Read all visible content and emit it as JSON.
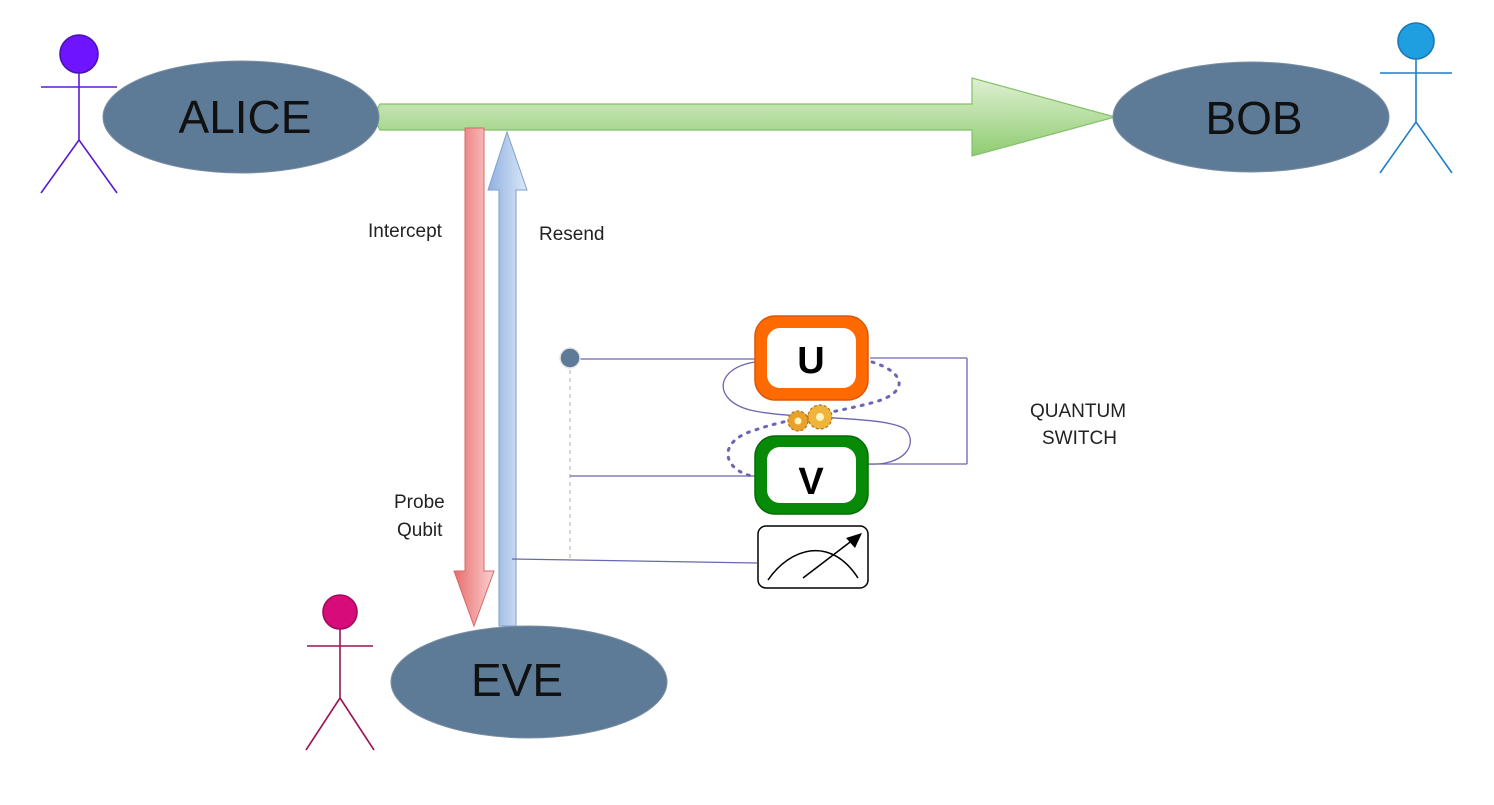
{
  "nodes": {
    "alice": "ALICE",
    "bob": "BOB",
    "eve": "EVE"
  },
  "labels": {
    "intercept": "Intercept",
    "resend": "Resend",
    "probe_line1": "Probe",
    "probe_line2": "Qubit",
    "switch_line1": "QUANTUM",
    "switch_line2": "SWITCH"
  },
  "gates": {
    "u": "U",
    "v": "V"
  },
  "colors": {
    "node_fill": "#5d7a96",
    "alice_actor": "#5b1ad6",
    "alice_head": "#6f14ff",
    "bob_actor": "#1f7fc8",
    "bob_head": "#1f9fe0",
    "eve_actor": "#9c1455",
    "eve_head": "#d80b7a",
    "channel_green": "#b6dba0",
    "intercept_red": "#ec8080",
    "resend_blue": "#a9c4e8",
    "gate_u": "#ff6a00",
    "gate_v": "#078a07",
    "wire": "#6a66b0"
  }
}
